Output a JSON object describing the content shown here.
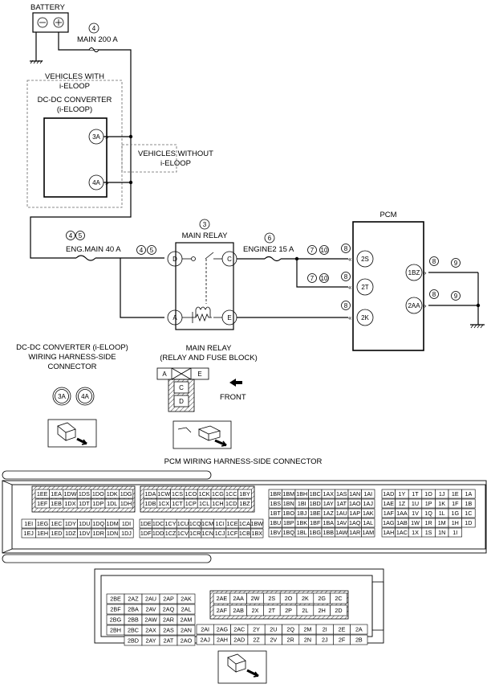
{
  "labels": {
    "battery": "BATTERY",
    "main200_circle": "4",
    "main200": "MAIN 200 A",
    "veh_with_1": "VEHICLES WITH",
    "veh_with_2": "i-ELOOP",
    "dcdc_1": "DC-DC CONVERTER",
    "dcdc_2": "(i-ELOOP)",
    "term_3a": "3A",
    "term_4a": "4A",
    "veh_without_1": "VEHICLES WITHOUT",
    "veh_without_2": "i-ELOOP",
    "relay_circle": "3",
    "main_relay": "MAIN RELAY",
    "engmain_c1": "4",
    "engmain_c2": "5",
    "engmain": "ENG.MAIN 40 A",
    "engmain_c3": "4",
    "engmain_c4": "5",
    "engine2_circle": "6",
    "engine2": "ENGINE2 15 A",
    "c7a": "7",
    "c10a": "10",
    "c7b": "7",
    "c10b": "10",
    "c8_2s": "8",
    "c8_2t": "8",
    "c8_2k": "8",
    "c8_1bz": "8",
    "c8_2aa": "8",
    "c9_1bz": "9",
    "c9_2aa": "9",
    "term_d": "D",
    "term_c": "C",
    "term_a": "A",
    "term_e": "E",
    "pcm": "PCM",
    "pin_2s": "2S",
    "pin_2t": "2T",
    "pin_2k": "2K",
    "pin_1bz": "1BZ",
    "pin_2aa": "2AA",
    "conn_dcdc_1": "DC-DC CONVERTER (i-ELOOP)",
    "conn_dcdc_2": "WIRING HARNESS-SIDE",
    "conn_dcdc_3": "CONNECTOR",
    "relay_block_1": "MAIN RELAY",
    "relay_block_2": "(RELAY AND FUSE BLOCK)",
    "rb_a": "A",
    "rb_e": "E",
    "rb_c": "C",
    "rb_d": "D",
    "front": "FRONT",
    "conn_3a": "3A",
    "conn_4a": "4A",
    "pcm_conn_title": "PCM WIRING HARNESS-SIDE CONNECTOR"
  },
  "pcm_connector_1": {
    "g1_top": [
      "1EE",
      "1EA",
      "1DW",
      "1DS",
      "1DO",
      "1DK",
      "1DG"
    ],
    "g1_bot": [
      "1EF",
      "1EB",
      "1DX",
      "1DT",
      "1DP",
      "1DL",
      "1DH"
    ],
    "g2_top": [
      "1DA",
      "1CW",
      "1CS",
      "1CO",
      "1CK",
      "1CG",
      "1CC",
      "1BY"
    ],
    "g2_bot": [
      "1DB",
      "1CX",
      "1CT",
      "1CP",
      "1CL",
      "1CH",
      "1CD",
      "1BZ"
    ],
    "g3_r1": [
      "1BR",
      "1BM",
      "1BH",
      "1BC",
      "1AX",
      "1AS",
      "1AN",
      "1AI"
    ],
    "g3_r2": [
      "1BS",
      "1BN",
      "1BI",
      "1BD",
      "1AY",
      "1AT",
      "1AO",
      "1AJ"
    ],
    "g3_r3": [
      "1BT",
      "1BO",
      "1BJ",
      "1BE",
      "1AZ",
      "1AU",
      "1AP",
      "1AK"
    ],
    "g3_r4": [
      "1BU",
      "1BP",
      "1BK",
      "1BF",
      "1BA",
      "1AV",
      "1AQ",
      "1AL"
    ],
    "g3_r5": [
      "1BV",
      "1BQ",
      "1BL",
      "1BG",
      "1BB",
      "1AW",
      "1AR",
      "1AM"
    ],
    "g4_top": [
      "1EI",
      "1EG",
      "1EC",
      "1DY",
      "1DU",
      "1DQ",
      "1DM",
      "1DI"
    ],
    "g4_bot": [
      "1EJ",
      "1EH",
      "1ED",
      "1DZ",
      "1DV",
      "1DR",
      "1DN",
      "1DJ"
    ],
    "g5_top": [
      "1DE",
      "1DC",
      "1CY",
      "1CU",
      "1CQ",
      "1CM",
      "1CI",
      "1CE",
      "1CA",
      "1BW"
    ],
    "g5_bot": [
      "1DF",
      "1DD",
      "1CZ",
      "1CV",
      "1CR",
      "1CN",
      "1CJ",
      "1CF",
      "1CB",
      "1BX"
    ],
    "g6_r1": [
      "1AD",
      "1Y",
      "1T",
      "1O",
      "1J",
      "1E",
      "1A"
    ],
    "g6_r2": [
      "1AE",
      "1Z",
      "1U",
      "1P",
      "1K",
      "1F",
      "1B"
    ],
    "g6_r3": [
      "1AF",
      "1AA",
      "1V",
      "1Q",
      "1L",
      "1G",
      "1C"
    ],
    "g6_r4": [
      "1AG",
      "1AB",
      "1W",
      "1R",
      "1M",
      "1H",
      "1D"
    ],
    "g6_r5": [
      "1AH",
      "1AC",
      "1X",
      "1S",
      "1N",
      "1I"
    ]
  },
  "pcm_connector_2": {
    "left_r1": [
      "2BE",
      "2AZ",
      "2AU",
      "2AP",
      "2AK"
    ],
    "left_r2": [
      "2BF",
      "2BA",
      "2AV",
      "2AQ",
      "2AL"
    ],
    "left_r3": [
      "2BG",
      "2BB",
      "2AW",
      "2AR",
      "2AM"
    ],
    "left_r4": [
      "2BH",
      "2BC",
      "2AX",
      "2AS",
      "2AN"
    ],
    "left_r5": [
      "2BD",
      "2AY",
      "2AT",
      "2AO"
    ],
    "shade_top": [
      "2AE",
      "2AA",
      "2W",
      "2S",
      "2O",
      "2K",
      "2G",
      "2C"
    ],
    "shade_bot": [
      "2AF",
      "2AB",
      "2X",
      "2T",
      "2P",
      "2L",
      "2H",
      "2D"
    ],
    "right_r1": [
      "2AI",
      "2AG",
      "2AC",
      "2Y",
      "2U",
      "2Q",
      "2M",
      "2I",
      "2E",
      "2A"
    ],
    "right_r2": [
      "2AJ",
      "2AH",
      "2AD",
      "2Z",
      "2V",
      "2R",
      "2N",
      "2J",
      "2F",
      "2B"
    ]
  }
}
